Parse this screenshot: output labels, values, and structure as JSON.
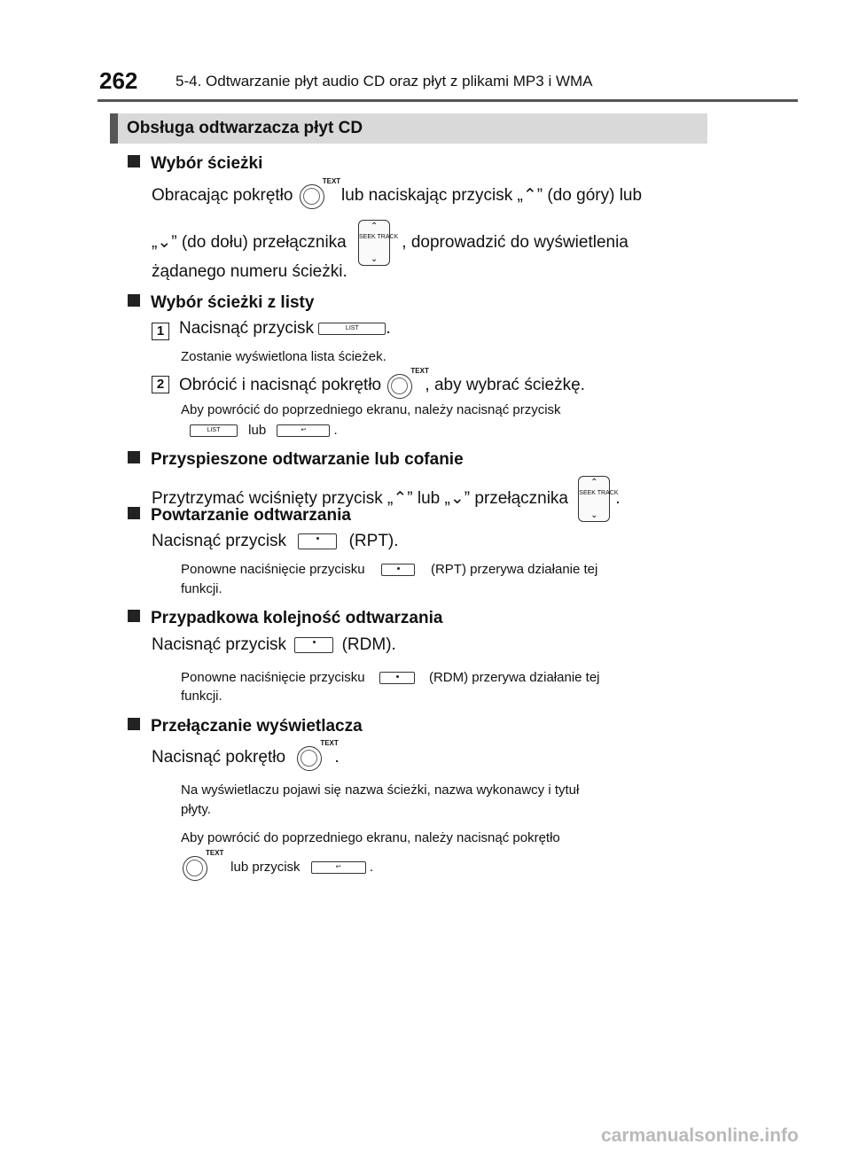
{
  "header": {
    "page_number": "262",
    "chapter": "5-4. Odtwarzanie płyt audio CD oraz płyt z plikami MP3 i WMA"
  },
  "section": {
    "title": "Obsługa odtwarzacza płyt CD"
  },
  "s1": {
    "heading": "Wybór ścieżki",
    "l1a": "Obracając pokrętło",
    "l1b": "lub naciskając przycisk „",
    "l1c": "” (do góry) lub",
    "l2a": "„",
    "l2b": "”  (do  dołu)  przełącznika",
    "l2c": ",  doprowadzić  do  wyświetlenia",
    "l3": "żądanego numeru ścieżki."
  },
  "s2": {
    "heading": "Wybór ścieżki z listy",
    "step1_num": "1",
    "step1a": "Nacisnąć przycisk",
    "step1b": ".",
    "note1": "Zostanie wyświetlona lista ścieżek.",
    "step2_num": "2",
    "step2a": "Obrócić i nacisnąć pokrętło",
    "step2b": ", aby wybrać ścieżkę.",
    "note2a": "Aby  powrócić  do  poprzedniego  ekranu,  należy  nacisnąć  przycisk",
    "note2b": "lub",
    "note2c": "."
  },
  "s3": {
    "heading": "Przyspieszone odtwarzanie lub cofanie",
    "l1a": "Przytrzymać wciśnięty przycisk „",
    "l1b": "” lub „",
    "l1c": "” przełącznika",
    "l1d": "."
  },
  "s4": {
    "heading": "Powtarzanie odtwarzania",
    "l1a": "Nacisnąć przycisk",
    "l1b": "(RPT).",
    "note_a": "Ponowne  naciśnięcie  przycisku",
    "note_b": "(RPT)  przerywa  działanie  tej",
    "note_c": "funkcji."
  },
  "s5": {
    "heading": "Przypadkowa kolejność odtwarzania",
    "l1a": "Nacisnąć przycisk",
    "l1b": "(RDM).",
    "note_a": "Ponowne  naciśnięcie  przycisku",
    "note_b": "(RDM)  przerywa  działanie  tej",
    "note_c": "funkcji."
  },
  "s6": {
    "heading": "Przełączanie wyświetlacza",
    "l1a": "Nacisnąć pokrętło",
    "l1b": ".",
    "note1a": "Na  wyświetlaczu  pojawi  się  nazwa  ścieżki,  nazwa  wykonawcy  i  tytuł",
    "note1b": "płyty.",
    "note2a": "Aby  powrócić  do  poprzedniego  ekranu,  należy  nacisnąć  pokrętło",
    "note2b": "lub przycisk",
    "note2c": "."
  },
  "icons": {
    "knob_text": "TEXT",
    "seek_text": "SEEK TRACK",
    "list_text": "LIST",
    "back_symbol": "↩",
    "up": "^",
    "down": "v"
  },
  "watermark": "carmanualsonline.info"
}
